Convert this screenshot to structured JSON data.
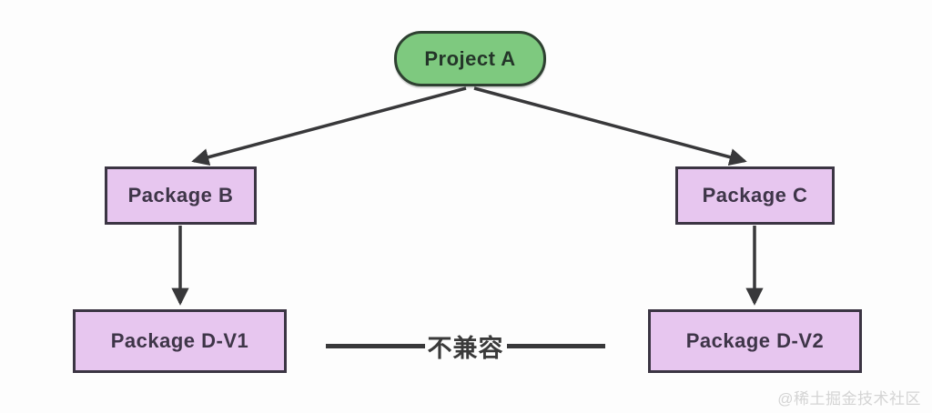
{
  "diagram": {
    "background": "#fdfdfd",
    "edge_color": "#38383a",
    "nodes": [
      {
        "id": "project-a",
        "label": "Project A",
        "shape": "rounded-pill",
        "fill": "#7ec97f",
        "border": "#2e4031"
      },
      {
        "id": "package-b",
        "label": "Package B",
        "shape": "rect",
        "fill": "#e7c6ef",
        "border": "#3b3543"
      },
      {
        "id": "package-c",
        "label": "Package C",
        "shape": "rect",
        "fill": "#e7c6ef",
        "border": "#3b3543"
      },
      {
        "id": "package-d-v1",
        "label": "Package D-V1",
        "shape": "rect",
        "fill": "#e7c6ef",
        "border": "#3b3543"
      },
      {
        "id": "package-d-v2",
        "label": "Package D-V2",
        "shape": "rect",
        "fill": "#e7c6ef",
        "border": "#3b3543"
      }
    ],
    "edges": [
      {
        "from": "project-a",
        "to": "package-b",
        "type": "arrow"
      },
      {
        "from": "project-a",
        "to": "package-c",
        "type": "arrow"
      },
      {
        "from": "package-b",
        "to": "package-d-v1",
        "type": "arrow"
      },
      {
        "from": "package-c",
        "to": "package-d-v2",
        "type": "arrow"
      },
      {
        "from": "package-d-v1",
        "to": "package-d-v2",
        "type": "line",
        "label": "不兼容"
      }
    ],
    "incompatibility": {
      "label": "不兼容"
    }
  },
  "watermark": {
    "text": "@稀土掘金技术社区"
  }
}
